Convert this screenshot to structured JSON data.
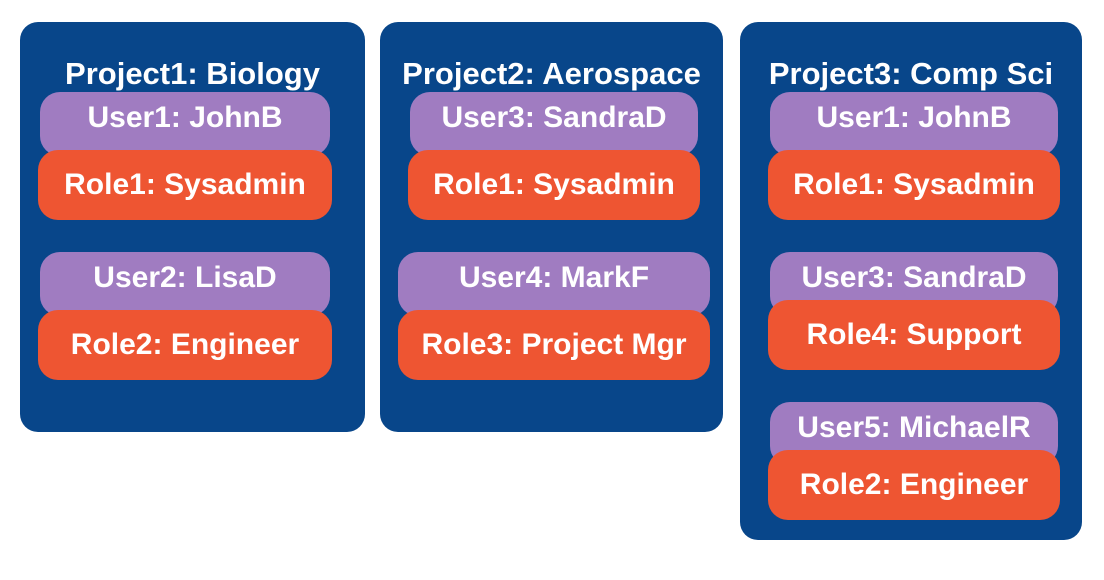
{
  "colors": {
    "project_bg": "#08468a",
    "user_bg": "#a07cc1",
    "role_bg": "#ee5532",
    "text": "#ffffff"
  },
  "projects": [
    {
      "title": "Project1: Biology",
      "assignments": [
        {
          "user": "User1: JohnB",
          "role": "Role1: Sysadmin"
        },
        {
          "user": "User2: LisaD",
          "role": "Role2: Engineer"
        }
      ]
    },
    {
      "title": "Project2: Aerospace",
      "assignments": [
        {
          "user": "User3: SandraD",
          "role": "Role1: Sysadmin"
        },
        {
          "user": "User4: MarkF",
          "role": "Role3: Project Mgr"
        }
      ]
    },
    {
      "title": "Project3: Comp Sci",
      "assignments": [
        {
          "user": "User1: JohnB",
          "role": "Role1: Sysadmin"
        },
        {
          "user": "User3: SandraD",
          "role": "Role4: Support"
        },
        {
          "user": "User5: MichaelR",
          "role": "Role2: Engineer"
        }
      ]
    }
  ]
}
